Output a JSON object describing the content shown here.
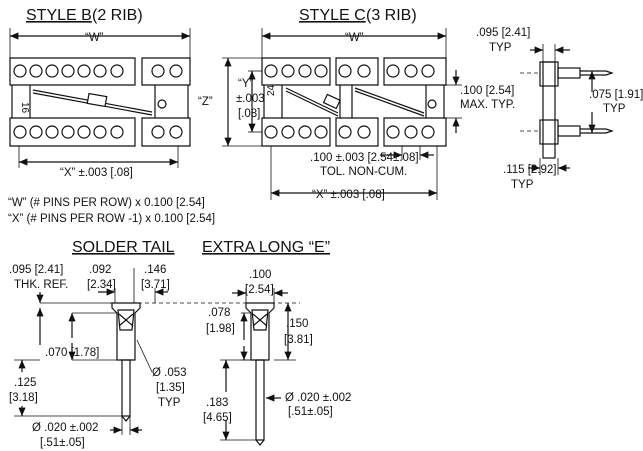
{
  "titles": {
    "style_b_name": "STYLE B",
    "style_b_rib": "(2 RIB)",
    "style_c_name": "STYLE C",
    "style_c_rib": "(3 RIB)",
    "solder_tail": "SOLDER TAIL",
    "extra_long": "EXTRA LONG “E”"
  },
  "style_b": {
    "w_label": "“W”",
    "x_label": "“X” ±.003 [.08]",
    "pin_count": "16"
  },
  "style_c": {
    "w_label": "“W”",
    "y_label": "“Y”",
    "y_tol": "±.003",
    "y_mm": "[.08]",
    "z_label": "“Z”",
    "pin_count": "24",
    "pitch_line1": ".100 ±.003 [2.54±.08]",
    "pitch_line2": "TOL. NON-CUM.",
    "x_label": "“X” ±.003 [.08]",
    "max_line1": ".100 [2.54]",
    "max_line2": "MAX. TYP."
  },
  "side_view": {
    "top_dim": ".095 [2.41]",
    "top_typ": "TYP",
    "right_dim": ".075 [1.91]",
    "right_typ": "TYP",
    "bottom_dim": ".115 [2.92]",
    "bottom_typ": "TYP"
  },
  "formulas": {
    "w_formula": "“W” (# PINS PER ROW) x 0.100 [2.54]",
    "x_formula": "“X” (# PINS PER ROW -1) x 0.100 [2.54]"
  },
  "solder": {
    "thk_dim": ".095 [2.41]",
    "thk_ref": "THK. REF.",
    "d092": ".092",
    "d092_mm": "[2.34]",
    "d146": ".146",
    "d146_mm": "[3.71]",
    "d070": ".070 [1.78]",
    "d053": "Ø .053",
    "d053_mm": "[1.35]",
    "d053_typ": "TYP",
    "d125": ".125",
    "d125_mm": "[3.18]",
    "d020": "Ø .020 ±.002",
    "d020_mm": "[.51±.05]"
  },
  "extra": {
    "d100": ".100",
    "d100_mm": "[2.54]",
    "d078": ".078",
    "d078_mm": "[1.98]",
    "d150": ".150",
    "d150_mm": "[3.81]",
    "d183": ".183",
    "d183_mm": "[4.65]",
    "d020": "Ø .020 ±.002",
    "d020_mm": "[.51±.05]"
  }
}
